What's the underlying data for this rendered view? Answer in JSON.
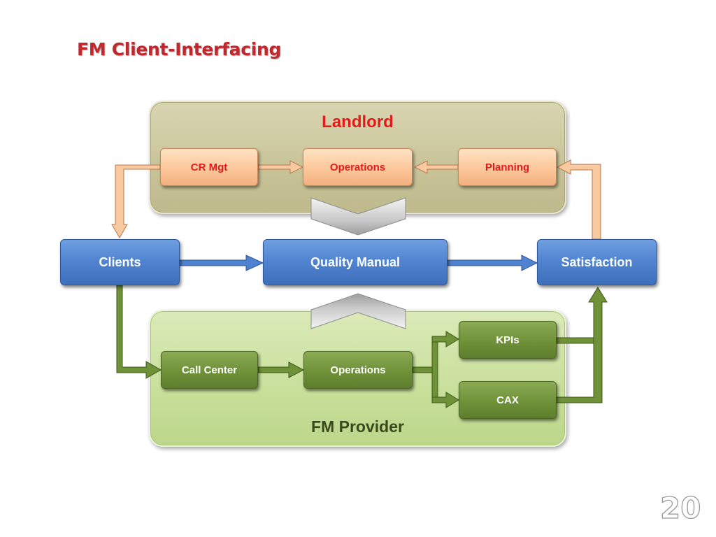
{
  "title": "FM Client-Interfacing",
  "landlord": {
    "label": "Landlord",
    "boxes": {
      "cr_mgt": "CR Mgt",
      "operations": "Operations",
      "planning": "Planning"
    }
  },
  "main_row": {
    "clients": "Clients",
    "quality_manual": "Quality Manual",
    "satisfaction": "Satisfaction"
  },
  "provider": {
    "label": "FM Provider",
    "boxes": {
      "call_center": "Call Center",
      "operations": "Operations",
      "kpis": "KPIs",
      "cax": "CAX"
    }
  },
  "page_number": "20",
  "colors": {
    "title": "#c0282e",
    "landlord_label": "#e31b1b",
    "landlord_panel": "#c8c398",
    "provider_panel": "#c8df9a",
    "blue_box": "#4f82cf",
    "green_box": "#6f9138",
    "orange_box": "#fcc79b"
  }
}
